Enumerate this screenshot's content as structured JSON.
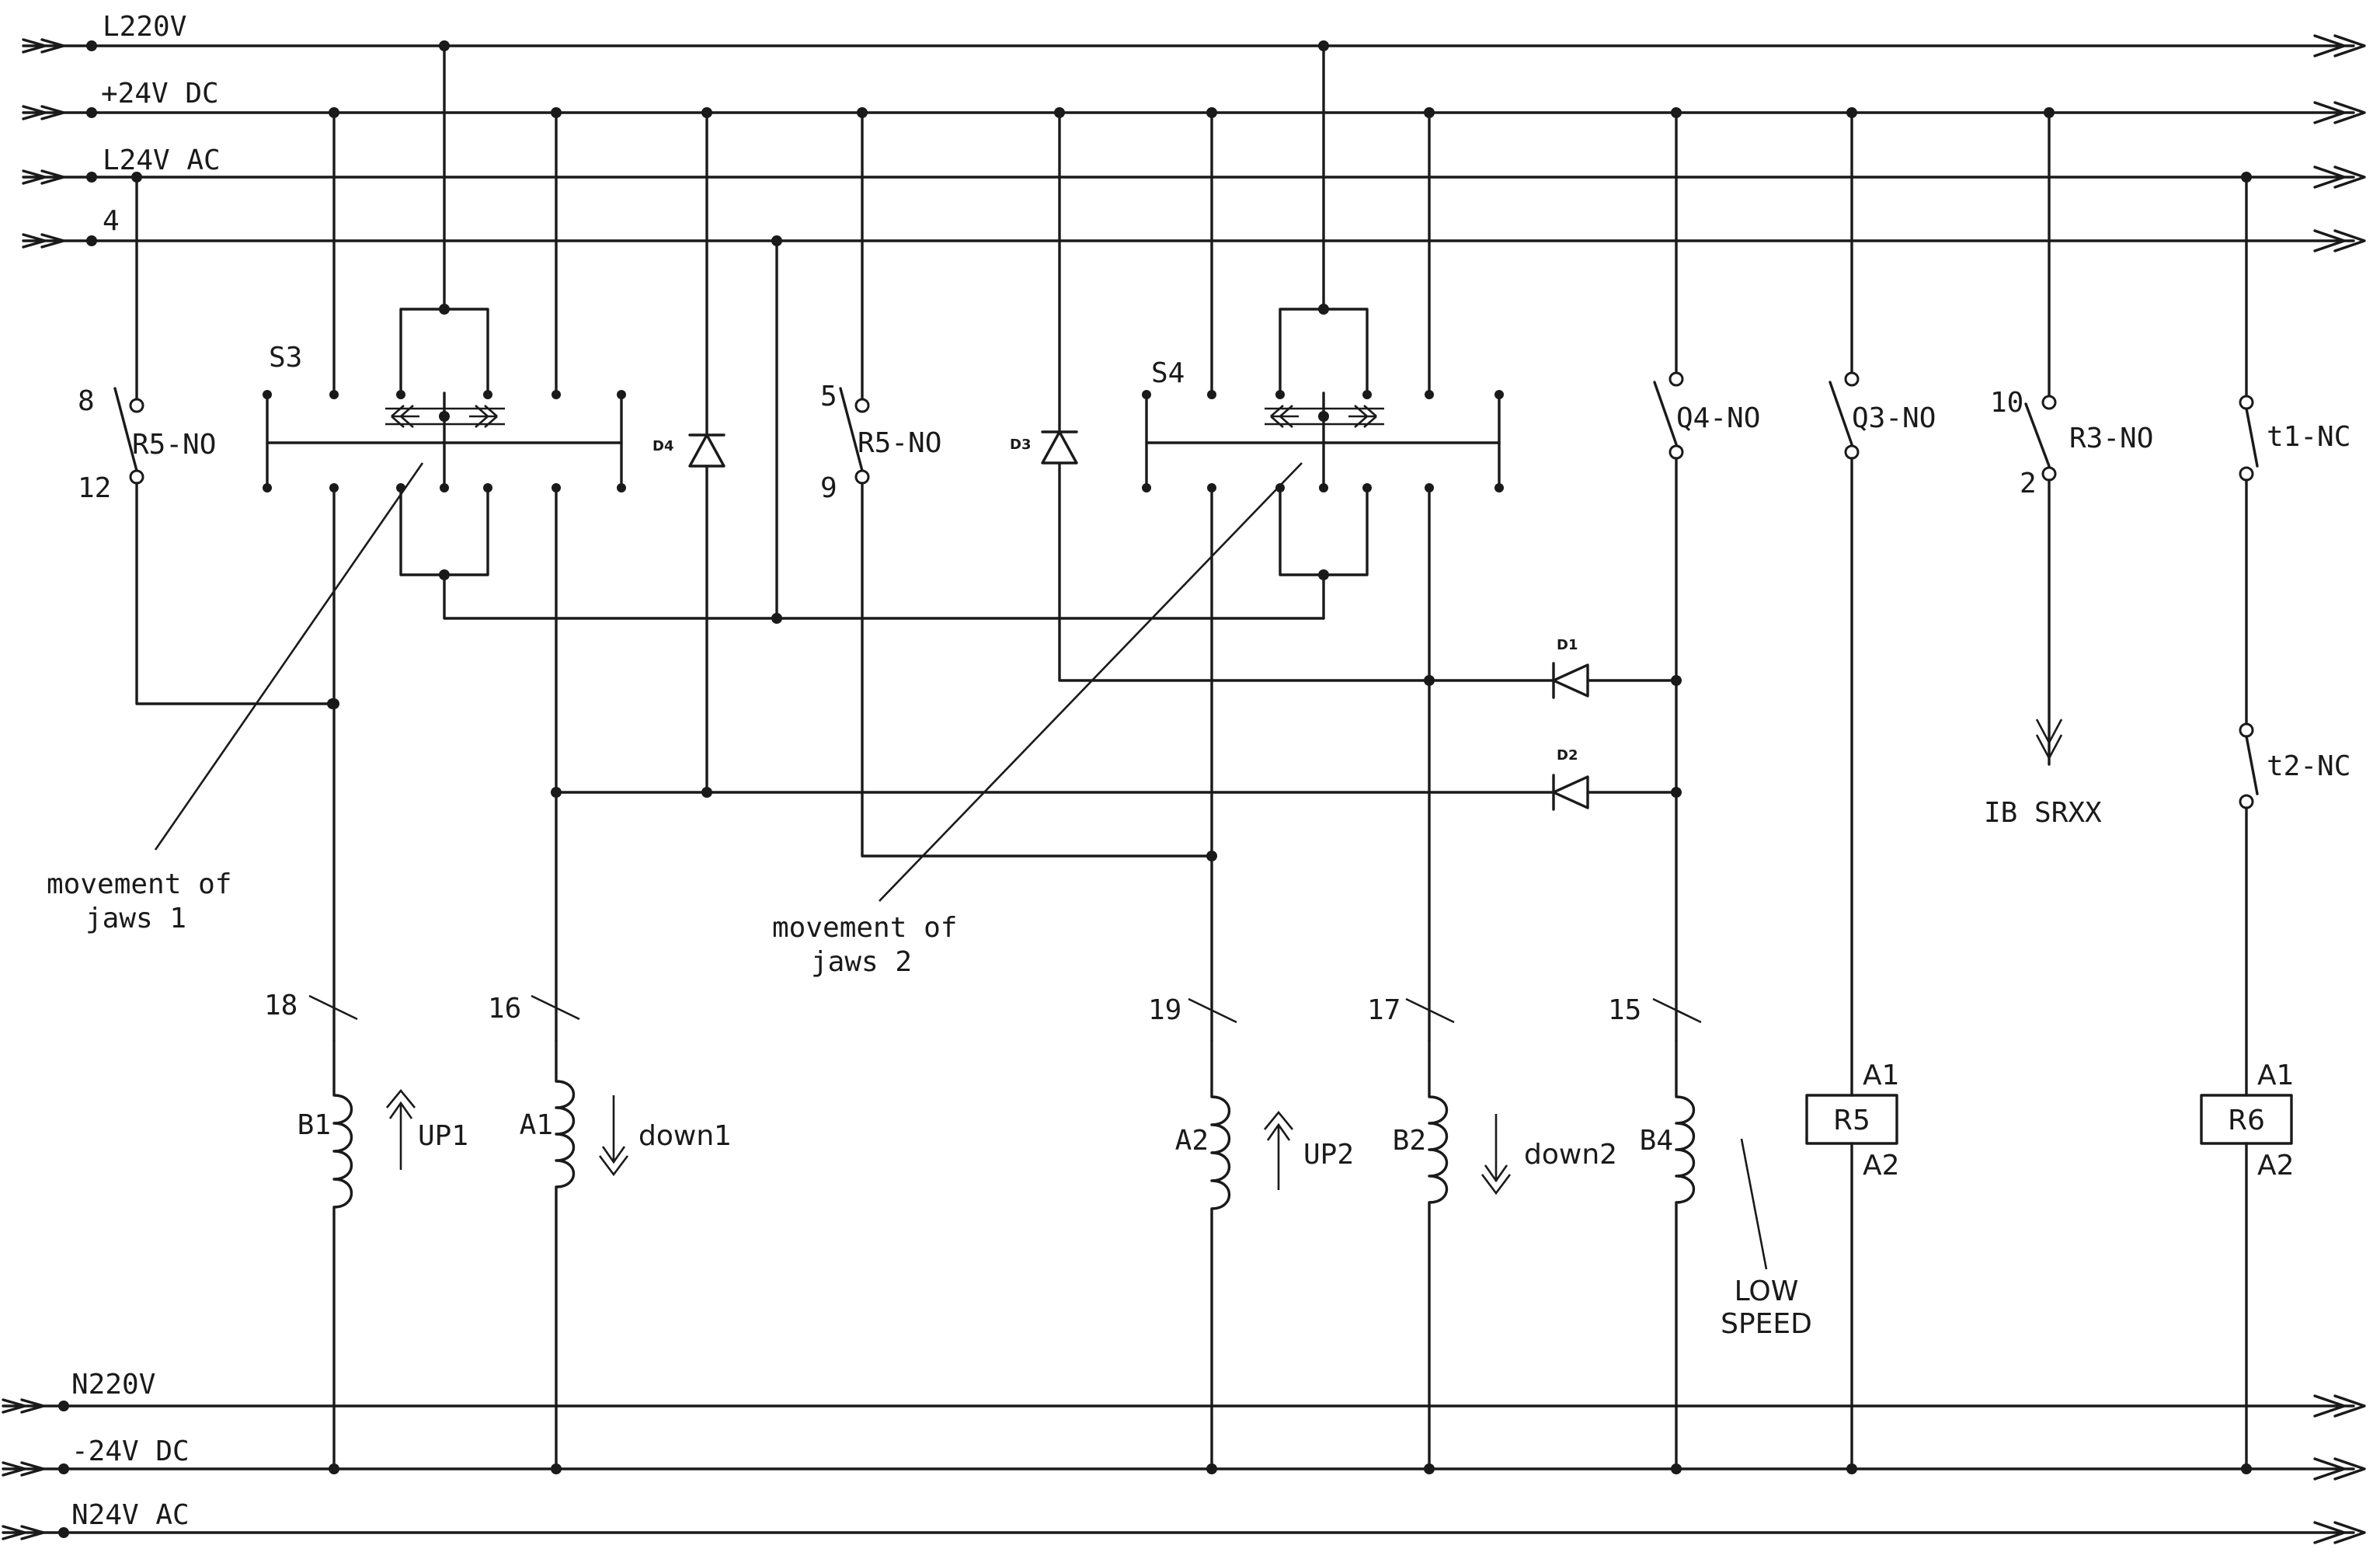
{
  "buses": {
    "l220v": "L220V",
    "p24vdc": "+24V DC",
    "l24vac": "L24V AC",
    "b4": "4",
    "n220v": "N220V",
    "m24vdc": "-24V DC",
    "n24vac": "N24V AC"
  },
  "selectors": {
    "s3": "S3",
    "s4": "S4"
  },
  "contacts": {
    "r5_no_a": {
      "label": "R5-NO",
      "top_pin": "8",
      "bottom_pin": "12"
    },
    "r5_no_b": {
      "label": "R5-NO",
      "top_pin": "5",
      "bottom_pin": "9"
    },
    "q4_no": {
      "label": "Q4-NO"
    },
    "q3_no": {
      "label": "Q3-NO"
    },
    "r3_no": {
      "label": "R3-NO",
      "top_pin": "10",
      "bottom_pin": "2"
    },
    "t1_nc": {
      "label": "t1-NC"
    },
    "t2_nc": {
      "label": "t2-NC"
    }
  },
  "diodes": {
    "d1": "D1",
    "d2": "D2",
    "d3": "D3",
    "d4": "D4"
  },
  "annotations": {
    "jaws1_line1": "movement of",
    "jaws1_line2": "jaws 1",
    "jaws2_line1": "movement of",
    "jaws2_line2": "jaws 2",
    "ib_srxx": "IB SRXX",
    "low_line1": "LOW",
    "low_line2": "SPEED"
  },
  "wires": {
    "w18": "18",
    "w16": "16",
    "w19": "19",
    "w17": "17",
    "w15": "15"
  },
  "coils": {
    "b1": {
      "name": "B1",
      "label": "UP1"
    },
    "a1": {
      "name": "A1",
      "label": "down1"
    },
    "a2": {
      "name": "A2",
      "label": "UP2"
    },
    "b2": {
      "name": "B2",
      "label": "down2"
    },
    "b4": {
      "name": "B4"
    }
  },
  "relays": {
    "r5": {
      "name": "R5",
      "a1": "A1",
      "a2": "A2"
    },
    "r6": {
      "name": "R6",
      "a1": "A1",
      "a2": "A2"
    }
  }
}
